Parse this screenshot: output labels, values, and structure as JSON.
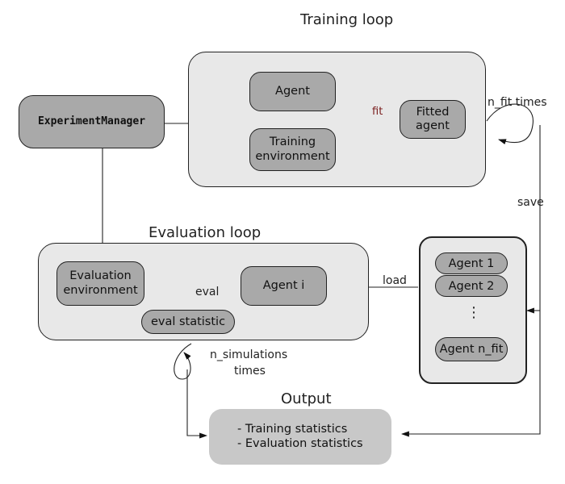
{
  "titles": {
    "training_loop": "Training loop",
    "evaluation_loop": "Evaluation loop",
    "output": "Output"
  },
  "nodes": {
    "experiment_manager": "ExperimentManager",
    "agent": "Agent",
    "training_environment": "Training environment",
    "fitted_agent": "Fitted agent",
    "evaluation_environment": "Evaluation environment",
    "agent_i": "Agent i",
    "eval_statistic": "eval statistic",
    "output_lines": [
      "- Training statistics",
      "- Evaluation statistics"
    ]
  },
  "agents_list": {
    "items": [
      "Agent 1",
      "Agent 2",
      "Agent n_fit"
    ],
    "ellipsis": "⋮"
  },
  "edge_labels": {
    "fit": "fit",
    "n_fit_times": "n_fit times",
    "save": "save",
    "load": "load",
    "eval": "eval",
    "n_simulations": "n_simulations",
    "times": "times"
  },
  "colors": {
    "node_fill": "#a9a9a9",
    "panel_fill": "#e8e8e8",
    "output_fill": "#c8c8c8",
    "fit_label": "#7a1d1d"
  }
}
